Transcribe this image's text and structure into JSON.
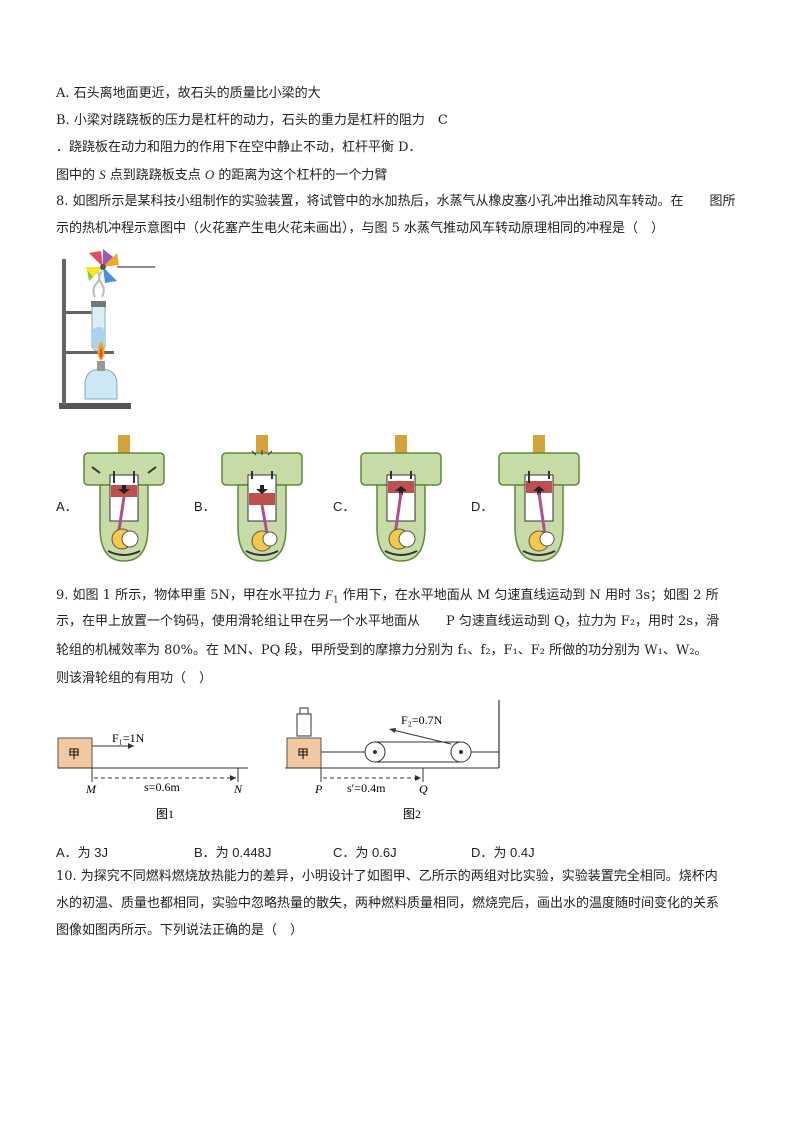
{
  "q7": {
    "a": "A.  石头离地面更近，故石头的质量比小梁的大",
    "b": "B.  小梁对跷跷板的压力是杠杆的动力，石头的重力是杠杆的阻力　C",
    "c": "．跷跷板在动力和阻力的作用下在空中静止不动，杠杆平衡 D．",
    "d_pre": "图中的 ",
    "d_s": "S",
    "d_mid": " 点到跷跷板支点 ",
    "d_o": "O",
    "d_post": " 的距离为这个杠杆的一个力臂"
  },
  "q8": {
    "line1": "8.  如图所示是某科技小组制作的实验装置，将试管中的水加热后，水蒸气从橡皮塞小孔冲出推动风车转动。在　　图所",
    "line2": "示的热机冲程示意图中（火花塞产生电火花未画出），与图 5 水蒸气推动风车转动原理相同的冲程是（　）",
    "options": [
      "A．",
      "B．",
      "C．",
      "D．"
    ]
  },
  "q9": {
    "line1_a": "9.  如图 1 所示，物体甲重  5N，甲在水平拉力 ",
    "line1_f": "F",
    "line1_f_sub": "1",
    "line1_b": " 作用下，在水平地面从  M 匀速直线运动到  N 用时  3s；如图 2 所",
    "line2": "示，在甲上放置一个钩码，使用滑轮组让甲在另一个水平地面从　　P 匀速直线运动到  Q，拉力为  F₂，用时  2s，滑",
    "line3": "轮组的机械效率为  80%。在 MN、PQ 段，甲所受到的摩擦力分别为  f₁、f₂，F₁、F₂ 所做的功分别为 W₁、W₂。",
    "line4": "则该滑轮组的有用功（　）",
    "fig1": {
      "block": "甲",
      "force": "F₁=1N",
      "dist": "s=0.6m",
      "m": "M",
      "n": "N",
      "caption": "图1"
    },
    "fig2": {
      "block": "甲",
      "force": "F₂=0.7N",
      "dist": "s′=0.4m",
      "p": "P",
      "q": "Q",
      "caption": "图2"
    },
    "options": [
      "A．为  3J",
      "B．为  0.448J",
      "C．为  0.6J",
      "D．为  0.4J"
    ]
  },
  "q10": {
    "line1": "10.  为探究不同燃料燃烧放热能力的差异，小明设计了如图甲、乙所示的两组对比实验，实验装置完全相同。烧杯内",
    "line2": "水的初温、质量也都相同，实验中忽略热量的散失，两种燃料质量相同，燃烧完后，画出水的温度随时间变化的关系",
    "line3": "图像如图丙所示。下列说法正确的是（　）"
  },
  "colors": {
    "engine_green": "#c6dba6",
    "engine_outline": "#5e8a3a",
    "piston": "#c0504d",
    "block": "#f2c8a0"
  }
}
